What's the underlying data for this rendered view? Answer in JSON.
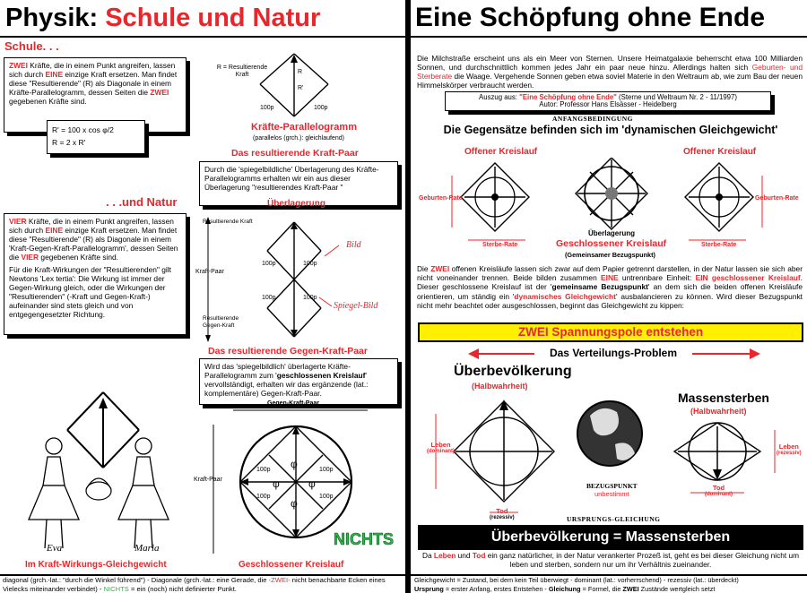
{
  "left": {
    "title_a": "Physik: ",
    "title_b": "Schule und Natur",
    "schule_heading": "Schule. . .",
    "box1_w1": "ZWEI",
    "box1_t1": " Kräfte, die in einem Punkt angreifen, lassen sich durch ",
    "box1_w2": "EINE",
    "box1_t2": " einzige Kraft ersetzen. Man findet diese \"Resultierende\" (R) als Diagonale in einem Kräfte-Parallelogramm, dessen Seiten die ",
    "box1_w3": "ZWEI",
    "box1_t3": " gegebenen Kräfte sind.",
    "formula1": "R' = 100 x cos",
    "formula1_frac": "φ/2",
    "formula2": "R  =  2  x  R'",
    "natur_heading": ". . .und Natur",
    "box2_w1": "VIER",
    "box2_t1": " Kräfte, die in einem Punkt angreifen, lassen sich durch ",
    "box2_w2": "EINE",
    "box2_t2": " einzige Kraft ersetzen. Man findet diese \"Resultierende\" (R) als Diagonale in einem 'Kraft-Gegen-Kraft-Parallelogramm', dessen Seiten die ",
    "box2_w3": "VIER",
    "box2_t3": " gegebenen Kräfte sind.",
    "box2_p2": "Für die Kraft-Wirkungen der \"Resultierenden\" gilt Newtons 'Lex tertia': Die Wirkung ist immer der Gegen-Wirkung gleich, oder die Wirkungen der \"Resultierenden\" (-Kraft und Gegen-Kraft-) aufeinander sind stets gleich und von entgegengesetzter Richtung.",
    "eva": "Eva",
    "maria": "Maria",
    "gleichgewicht_caption": "Im Kraft-Wirkungs-Gleichgewicht",
    "footer_t1": "diagonal (grch.-lat.: \"durch die Winkel führend\") - Diagonale (grch.-lat.: eine Gerade, die ",
    "footer_zwei": "-ZWEI-",
    "footer_t2": " nicht benachbarte Ecken eines Vielecks miteinander verbindet) - ",
    "footer_nichts": "NICHTS",
    "footer_t3": " = ein (noch) nicht definierter Punkt."
  },
  "middle": {
    "r_label": "R = Resultierende Kraft",
    "para_caption": "Kräfte-Parallelogramm",
    "para_sub": "(parallelos (grch.): gleichlaufend)",
    "paar_caption": "Das resultierende Kraft-Paar",
    "paar_box": "Durch die 'spiegelbildliche' Überlagerung des Kräfte-Parallelogramms erhalten wir ein aus dieser Überlagerung \"resultierendes Kraft-Paar \"",
    "ueberlagerung": "Überlagerung",
    "res_kraft": "Resultierende Kraft",
    "kraft_paar": "Kraft-Paar",
    "res_gegen": "Resultierende Gegen-Kraft",
    "bild": "Bild",
    "spiegel_bild": "Spiegel-Bild",
    "gegen_caption": "Das resultierende Gegen-Kraft-Paar",
    "gegen_box_t1": "Wird das 'spiegelbildlich' überlagerte Kräfte-Parallelogramm zum '",
    "gegen_box_b": "geschlossenen Kreislauf",
    "gegen_box_t2": "' vervollständigt, erhalten wir das ergänzende (lat.: komplementäre) Gegen-Kraft-Paar.",
    "gegen_kraft_paar": "Gegen-Kraft-Paar",
    "p100": "100p",
    "phi": "φ",
    "nichts": "NICHTS",
    "kreislauf_caption": "Geschlossener Kreislauf"
  },
  "right": {
    "title": "Eine Schöpfung ohne Ende",
    "intro_t1": "Die Milchstraße erscheint uns als ein Meer von Sternen. Unsere Heimatgalaxie beherrscht etwa 100 Milliarden Sonnen, und durchschnittlich kommen jedes Jahr ein paar neue hinzu. Allerdings halten sich ",
    "intro_red": "Geburten- und Sterberate",
    "intro_t2": " die Waage. Vergehende Sonnen geben etwa soviel Materie in den Weltraum ab, wie zum Bau der neuen Himmelskörper verbraucht werden.",
    "auszug_t1": "Auszug aus: ",
    "auszug_red": "\"Eine Schöpfung ohne Ende\"",
    "auszug_t2": " (Sterne und Weltraum Nr. 2 - 11/1997)",
    "autor": "Autor: Professor Hans Elsässer - Heidelberg",
    "anfangs": "ANFANGSBEDINGUNG",
    "gegensaetze": "Die Gegensätze befinden sich im 'dynamischen Gleichgewicht'",
    "offener": "Offener Kreislauf",
    "geburten": "Geburten-Rate",
    "sterbe": "Sterbe-Rate",
    "ueberlagerung": "Überlagerung",
    "geschlossener": "Geschlossener Kreislauf",
    "bezugspunkt_sub": "(Gemeinsamer Bezugspunkt)",
    "p2_t1": "Die ",
    "p2_zwei": "ZWEI",
    "p2_t2": " offenen Kreisläufe lassen sich zwar auf dem Papier getrennt darstellen, in der Natur lassen sie sich aber nicht voneinander trennen. Beide bilden zusammen ",
    "p2_eine": "EINE",
    "p2_t3": " untrennbare Einheit: ",
    "p2_ein": "EIN geschlossener Kreislauf",
    "p2_t4": ". Dieser geschlossene Kreislauf ist der '",
    "p2_b": "gemeinsame Bezugspunkt",
    "p2_t5": "' an dem sich die beiden offenen Kreisläufe orientieren, um ständig ein '",
    "p2_dyn": "dynamisches Gleichgewicht",
    "p2_t6": "' ausbalancieren zu können. Wird dieser Bezugspunkt nicht mehr beachtet oder ausgeschlossen, beginnt das Gleichgewicht zu kippen:",
    "banner": "ZWEI Spannungspole entstehen",
    "verteilung": "Das Verteilungs-Problem",
    "ueberbev": "Überbevölkerung",
    "halbwahrheit": "(Halbwahrheit)",
    "massensterben": "Massensterben",
    "leben": "Leben",
    "dominant": "(dominant)",
    "rezessiv": "(rezessiv)",
    "tod": "Tod",
    "bezugspunkt2": "BEZUGSPUNKT",
    "unbestimmt": "unbestimmt",
    "ursprungs": "URSPRUNGS-GLEICHUNG",
    "equation": "Überbevölkerung  =  Massensterben",
    "last_t1": "Da ",
    "last_leben": "Leben",
    "last_t2": " und ",
    "last_tod": "Tod",
    "last_t3": " ein ganz natürlicher, in der Natur verankerter Prozeß ist, geht es bei dieser Gleichung nicht um leben und sterben, sondern nur um ihr Verhältnis zueinander.",
    "gloss1": "Gleichgewicht = Zustand, bei dem kein Teil überwiegt - dominant (lat.: vorherrschend) - rezessiv (lat.: überdeckt)",
    "gloss2_b1": "Ursprung",
    "gloss2_t1": " = erster Anfang, erstes Entstehen - ",
    "gloss2_b2": "Gleichung",
    "gloss2_t2": " = Formel, die ",
    "gloss2_b3": "ZWEI",
    "gloss2_t3": " Zustände wertgleich setzt"
  },
  "colors": {
    "red": "#e8262b",
    "green": "#2fb34a",
    "yellow": "#ffef00"
  },
  "icons": [
    "force-arrow-icon",
    "galaxy-icon",
    "globe-icon",
    "girl-figure-icon"
  ]
}
